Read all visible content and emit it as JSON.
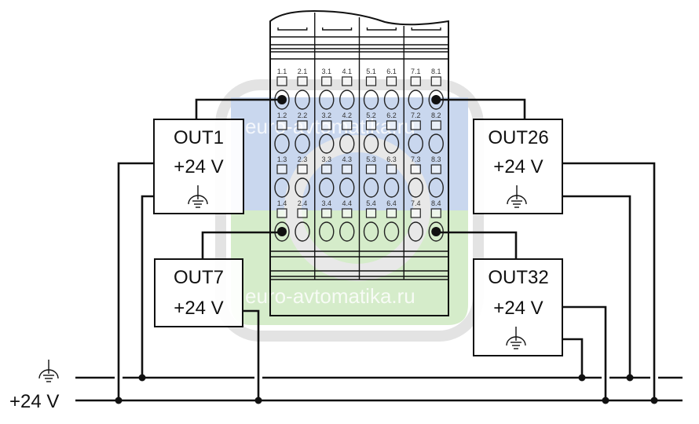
{
  "diagram": {
    "title": "Terminal module wiring: 4 outputs to +24 V and ground bus",
    "watermark": "euro-avtomatika.ru",
    "colors": {
      "wire": "#111111",
      "watermark_blue": "#c9d7ee",
      "watermark_green": "#d5ecca",
      "watermark_ring": "#e3e3e3"
    },
    "buses": {
      "ground_label": "ground-symbol",
      "supply_label": "+24 V"
    },
    "module": {
      "slices": 4,
      "terminal_rows": [
        [
          "1.1",
          "2.1",
          "3.1",
          "4.1",
          "5.1",
          "6.1",
          "7.1",
          "8.1"
        ],
        [
          "1.2",
          "2.2",
          "3.2",
          "4.2",
          "5.2",
          "6.2",
          "7.2",
          "8.2"
        ],
        [
          "1.3",
          "2.3",
          "3.3",
          "4.3",
          "5.3",
          "6.3",
          "7.3",
          "8.3"
        ],
        [
          "1.4",
          "2.4",
          "3.4",
          "4.4",
          "5.4",
          "6.4",
          "7.4",
          "8.4"
        ]
      ],
      "connected_terminals": [
        "1.1",
        "8.1",
        "1.4",
        "8.4"
      ]
    },
    "outputs": [
      {
        "name": "OUT1",
        "voltage": "+24 V",
        "terminal": "1.1",
        "has_ground": true
      },
      {
        "name": "OUT26",
        "voltage": "+24 V",
        "terminal": "8.1",
        "has_ground": true
      },
      {
        "name": "OUT7",
        "voltage": "+24 V",
        "terminal": "1.4",
        "has_ground": false
      },
      {
        "name": "OUT32",
        "voltage": "+24 V",
        "terminal": "8.4",
        "has_ground": true
      }
    ]
  }
}
